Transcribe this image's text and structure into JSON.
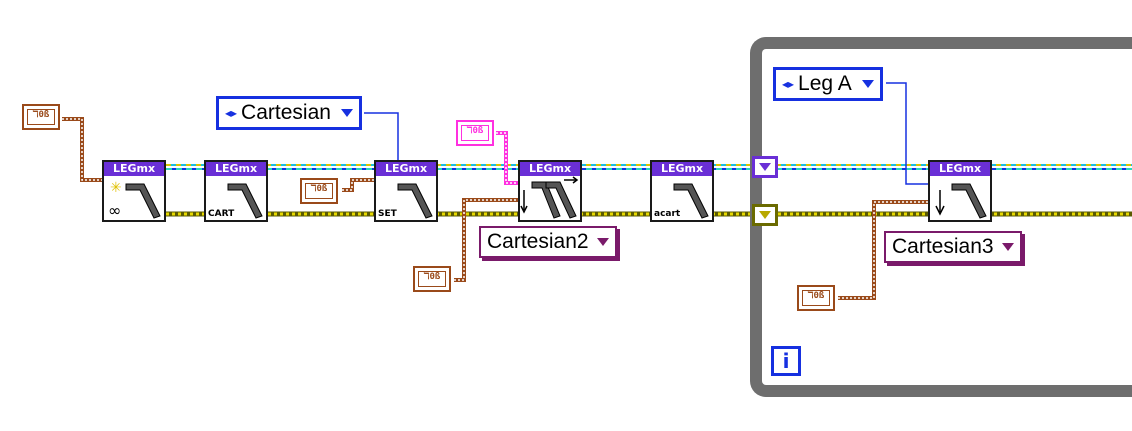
{
  "nodes": [
    {
      "id": "n1",
      "header": "LEGmx",
      "sub": ""
    },
    {
      "id": "n2",
      "header": "LEGmx",
      "sub": "CART"
    },
    {
      "id": "n3",
      "header": "LEGmx",
      "sub": "SET"
    },
    {
      "id": "n4",
      "header": "LEGmx",
      "sub": ""
    },
    {
      "id": "n5",
      "header": "LEGmx",
      "sub": "acart"
    },
    {
      "id": "n6",
      "header": "LEGmx",
      "sub": ""
    }
  ],
  "rings": {
    "cartesian": "Cartesian",
    "leg_a": "Leg A"
  },
  "enum_constants": {
    "cartesian2": "Cartesian2",
    "cartesian3": "Cartesian3"
  },
  "constants": {
    "label": "ℸ0ß"
  },
  "loop": {
    "iteration_label": "i"
  },
  "colors": {
    "header": "#6a2fd6",
    "ring": "#1630e0",
    "enum": "#7a1a6a",
    "numeric_wire": "#9a4a1a",
    "loop_border": "#6e6e6e",
    "error_wire": "#d8c600",
    "pink_wire": "#ff30e0"
  }
}
